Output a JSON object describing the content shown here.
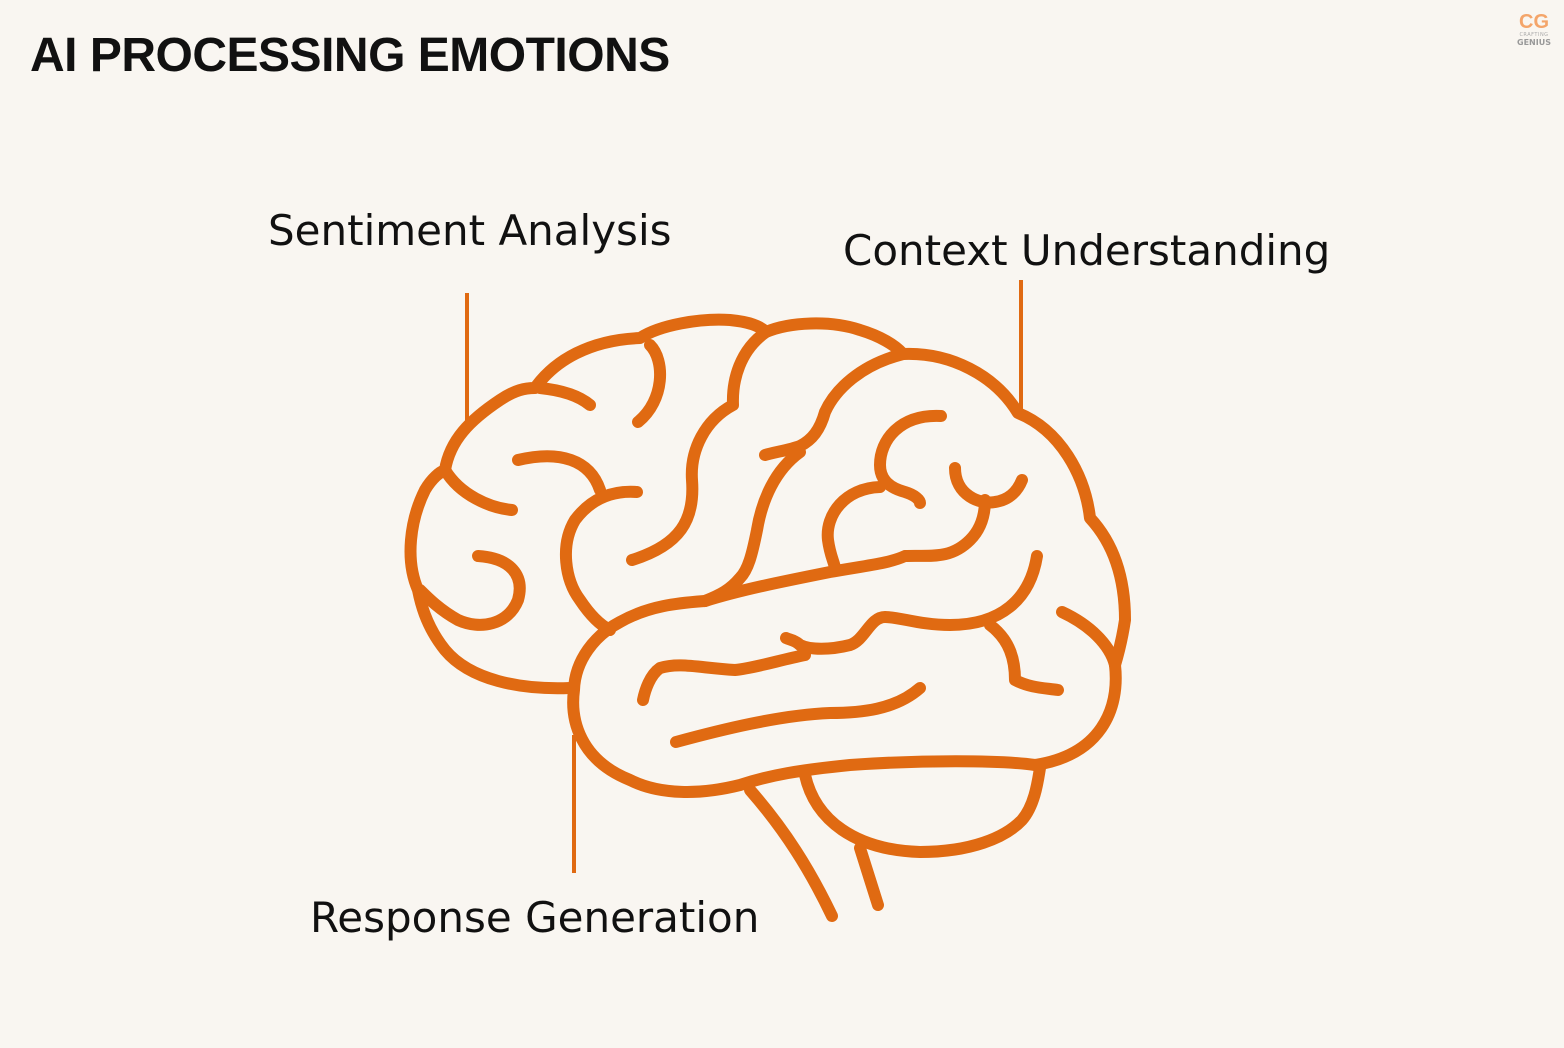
{
  "title": "AI PROCESSING EMOTIONS",
  "labels": {
    "sentiment": "Sentiment Analysis",
    "context": "Context Understanding",
    "response": "Response Generation"
  },
  "logo": {
    "mark": "CG",
    "line1": "CRAFTING",
    "line2": "GENIUS"
  },
  "colors": {
    "accent": "#e06a12",
    "background": "#f9f6f1",
    "text": "#111111"
  },
  "icons": [
    "brain-icon"
  ]
}
